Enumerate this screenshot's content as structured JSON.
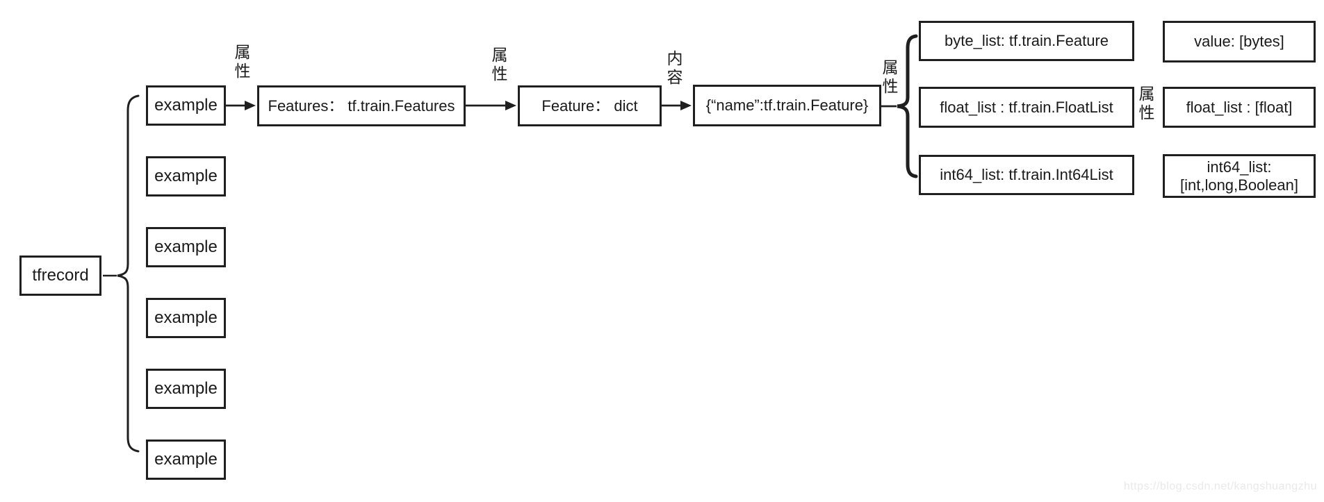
{
  "colors": {
    "line": "#1f1f1f",
    "text": "#1a1a1a",
    "watermark": "#e9e9e9",
    "background": "#ffffff"
  },
  "watermark": "https://blog.csdn.net/kangshuangzhu",
  "diagram": {
    "root": {
      "label": "tfrecord"
    },
    "examples": [
      "example",
      "example",
      "example",
      "example",
      "example",
      "example"
    ],
    "chain": {
      "features": "Features： tf.train.Features",
      "feature_dict": "Feature： dict",
      "name_feature": "{“name”:tf.train.Feature}"
    },
    "edge_labels": {
      "attr1": "属\n性",
      "attr2": "属\n性",
      "content": "内\n容",
      "attr3": "属\n性",
      "attr4": "属\n性"
    },
    "feature_types": [
      "byte_list: tf.train.Feature",
      "float_list : tf.train.FloatList",
      "int64_list: tf.train.Int64List"
    ],
    "value_types": [
      "value: [bytes]",
      "float_list : [float]",
      "int64_list:\n[int,long,Boolean]"
    ]
  }
}
